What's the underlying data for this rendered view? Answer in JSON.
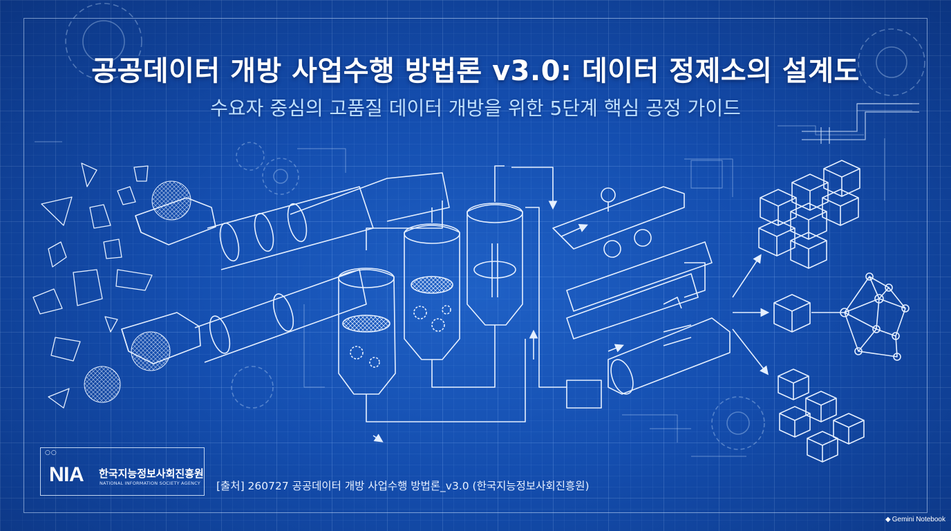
{
  "header": {
    "title": "공공데이터 개방 사업수행 방법론 v3.0: 데이터 정제소의 설계도",
    "subtitle": "수요자 중심의 고품질 데이터 개방을 위한 5단계 핵심 공정 가이드"
  },
  "logo": {
    "dots": "○○",
    "mark": "NIA",
    "name_kr": "한국지능정보사회진흥원",
    "name_en": "NATIONAL INFORMATION SOCIETY AGENCY"
  },
  "footer": {
    "source": "[출처] 260727 공공데이터 개방 사업수행 방법론_v3.0 (한국지능정보사회진흥원)",
    "badge": "Gemini Notebook",
    "badge_icon": "notebook-icon"
  },
  "colors": {
    "background": "#1450b0",
    "line": "#e6f0ff",
    "subtitle": "#bfe0ff"
  }
}
